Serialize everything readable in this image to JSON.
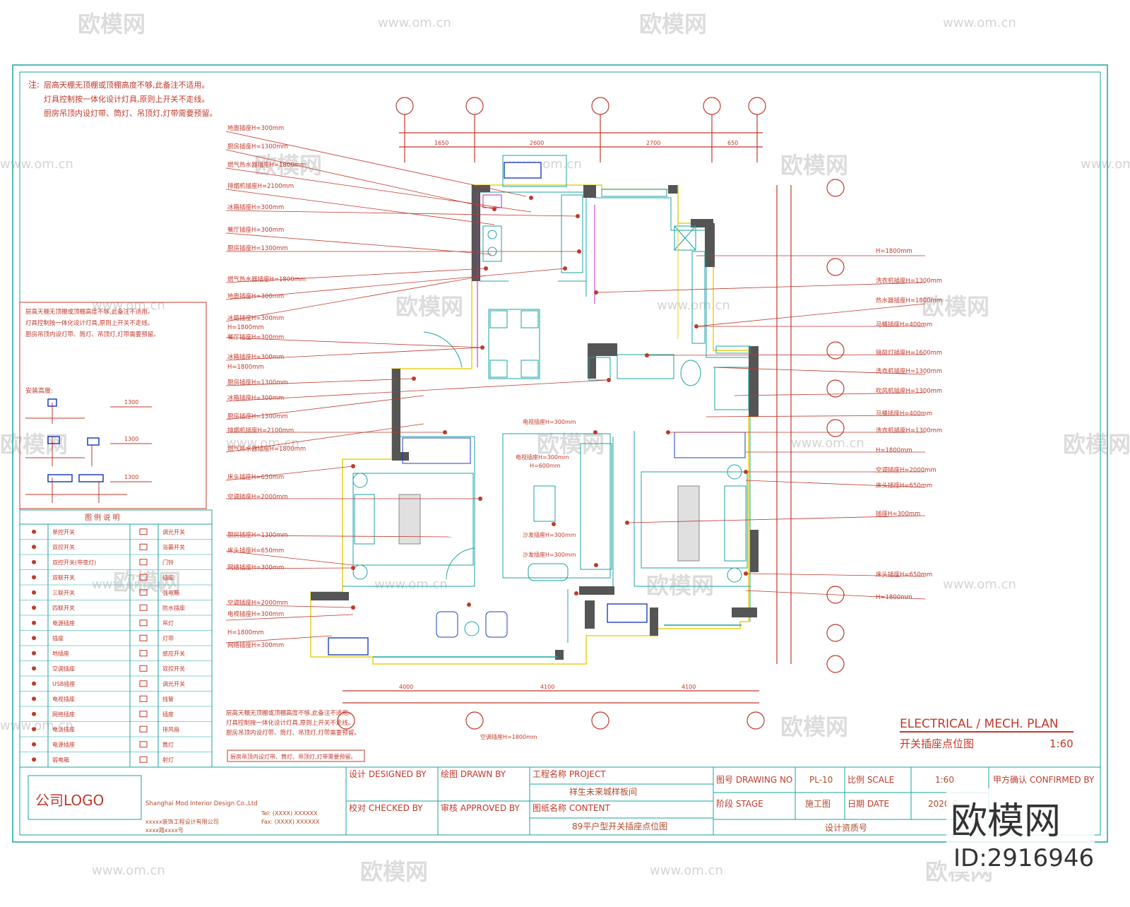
{
  "watermark": {
    "brand": "欧模网",
    "url": "www.om.cn"
  },
  "notes": {
    "label": "注:",
    "lines": [
      "层高天棚无顶棚或顶棚高度不够,此备注不适用。",
      "灯具控制按一体化设计灯具,原则上开关不走线。",
      "厨房吊顶内设灯带、筒灯、吊顶灯,灯带需要预留。"
    ]
  },
  "grid": {
    "top_dims": [
      "1650",
      "2600",
      "2700",
      "650"
    ],
    "bottom_dims": [
      "4000",
      "4100",
      "4100"
    ]
  },
  "callouts": {
    "left": [
      "地面插座H=300mm",
      "厨房插座H=1300mm",
      "燃气热水器插座H=1800mm",
      "排烟机插座H=2100mm",
      "冰箱插座H=300mm",
      "餐厅插座H=300mm",
      "H=1800mm",
      "电视插座H=300mm",
      "网络插座H=300mm",
      "床头插座H=650mm",
      "空调插座H=2000mm"
    ],
    "right": [
      "H=1800mm",
      "洗衣机插座H=1300mm",
      "热水器插座H=1800mm",
      "马桶插座H=400mm",
      "镜前灯插座H=1600mm",
      "吹风机插座H=1300mm",
      "空调插座H=2000mm",
      "床头插座H=650mm",
      "插座H=300mm"
    ],
    "center": [
      "电视插座H=300mm",
      "沙发插座H=300mm",
      "H=600mm"
    ],
    "bottom": "空调插座H=1800mm"
  },
  "legend": {
    "title": "图 例 说 明",
    "left_col": [
      "单控开关",
      "双控开关",
      "双控开关(带夜灯)",
      "双联开关",
      "三联开关",
      "四联开关",
      "电源插座",
      "插座",
      "地插座",
      "空调插座",
      "USB插座",
      "电视插座",
      "网络插座",
      "电话插座",
      "电源插座",
      "弱电箱"
    ],
    "right_col": [
      "调光开关",
      "浴霸开关",
      "门铃",
      "插座",
      "强电箱",
      "防水插座",
      "吊灯",
      "灯带",
      "感应开关",
      "双控开关",
      "调光开关",
      "线管",
      "插座",
      "排风扇",
      "筒灯",
      "射灯"
    ]
  },
  "installation": {
    "label": "安装高度:",
    "heights": [
      "1300",
      "1300",
      "1300"
    ]
  },
  "plan_title": {
    "en": "ELECTRICAL / MECH. PLAN",
    "cn": "开关插座点位图",
    "scale": "1:60"
  },
  "title_block": {
    "logo": "公司LOGO",
    "company_en": "Shanghai Mod Interior Design Co.,Ltd",
    "company_cn": "xxxxx装饰工程设计有限公司",
    "address": "xxxx路xxxx号",
    "tel": "Tel: (XXXX) XXXXXX",
    "fax": "Fax: (XXXX) XXXXXX",
    "designed_by": "设计 DESIGNED BY",
    "drawn_by": "绘图 DRAWN BY",
    "checked_by": "校对 CHECKED BY",
    "approved_by": "审核 APPROVED BY",
    "project_label": "工程名称 PROJECT",
    "project_value": "祥生未来城样板间",
    "content_label": "图纸名称 CONTENT",
    "content_value": "89平户型开关插座点位图",
    "drawing_no_label": "图号 DRAWING NO",
    "drawing_no": "PL-10",
    "scale_label": "比例 SCALE",
    "scale_value": "1:60",
    "stage_label": "阶段 STAGE",
    "stage_value": "施工图",
    "date_label": "日期 DATE",
    "date_value": "2020.0",
    "confirmed_label": "甲方确认 CONFIRMED BY",
    "cert_label": "设计资质号"
  },
  "stamp": {
    "brand": "欧模网",
    "id": "ID:2916946"
  },
  "colors": {
    "red": "#c0392b",
    "cyan": "#1aa3a3",
    "blue": "#1f3fbf",
    "yellow": "#e6d21a",
    "magenta": "#c228c2",
    "grey": "#555555",
    "green": "#22b022"
  }
}
